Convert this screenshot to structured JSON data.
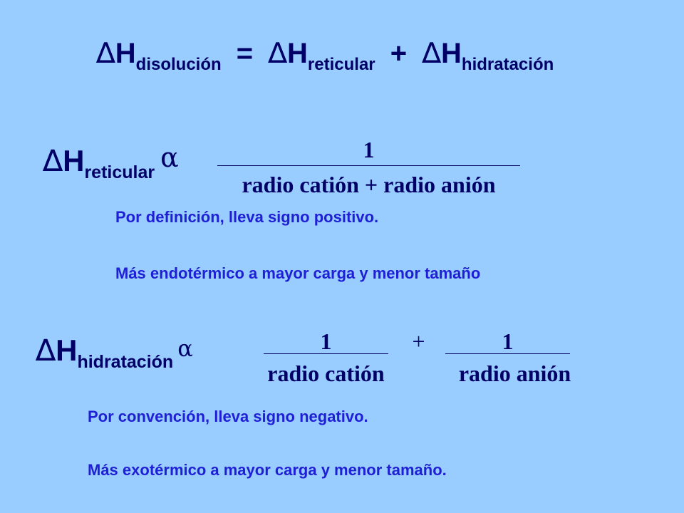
{
  "title": {
    "delta_symbol": "∆",
    "h": "H",
    "sub_disolucion": "disolución",
    "equals": "=",
    "sub_reticular": "reticular",
    "plus": "+",
    "sub_hidratacion": "hidratación"
  },
  "reticular": {
    "delta_symbol": "∆",
    "h": "H",
    "sub": "reticular",
    "proportional": "α",
    "numerator": "1",
    "denominator": "radio catión + radio anión",
    "note_1": "Por definición, lleva signo positivo.",
    "note_2": "Más endotérmico a mayor carga y menor tamaño"
  },
  "hidratacion": {
    "delta_symbol": "∆",
    "h": "H",
    "sub": "hidratación",
    "proportional": "α",
    "fraction_1_numerator": "1",
    "fraction_1_denominator": "radio catión",
    "plus": "+",
    "fraction_2_numerator": "1",
    "fraction_2_denominator": "radio anión",
    "note_1": "Por convención, lleva signo negativo.",
    "note_2": "Más exotérmico a mayor carga y menor tamaño."
  },
  "colors": {
    "background": "#99ccff",
    "text_dark": "#000066",
    "text_note": "#1f1fd6"
  }
}
